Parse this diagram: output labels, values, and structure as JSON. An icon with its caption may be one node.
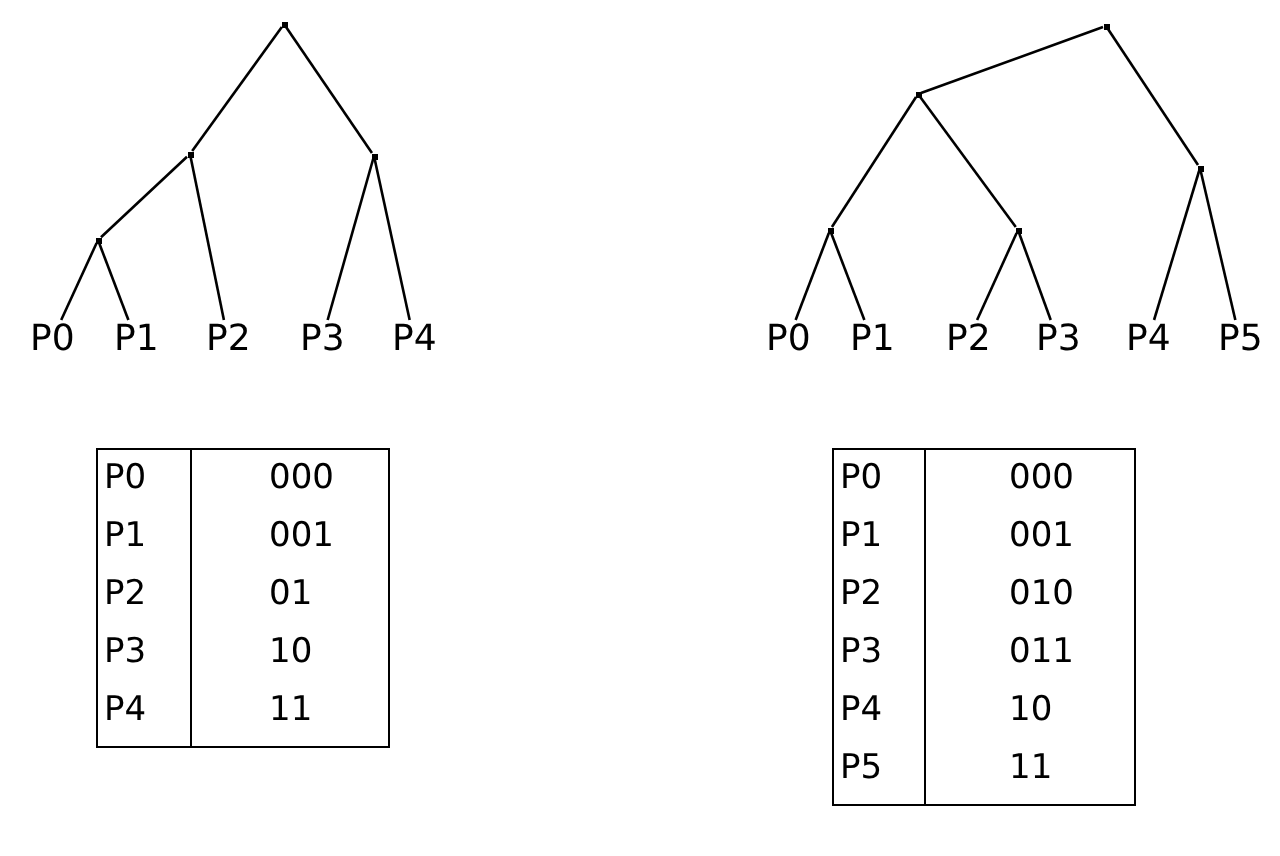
{
  "diagram": {
    "nodes": [
      {
        "text": [],
        "shape": "dot"
      },
      {
        "text": [],
        "shape": "dot"
      },
      {
        "text": [],
        "shape": "dot"
      },
      {
        "text": [],
        "shape": "dot"
      },
      {
        "text": [
          "P0"
        ]
      },
      {
        "text": [
          "P1"
        ]
      },
      {
        "text": [
          "P2"
        ]
      },
      {
        "text": [
          "P3"
        ]
      },
      {
        "text": [
          "P4"
        ]
      },
      {
        "text": [],
        "shape": "dot"
      },
      {
        "text": [],
        "shape": "dot"
      },
      {
        "text": [],
        "shape": "dot"
      },
      {
        "text": [],
        "shape": "dot"
      },
      {
        "text": [],
        "shape": "dot"
      },
      {
        "text": [
          "P0"
        ]
      },
      {
        "text": [
          "P1"
        ]
      },
      {
        "text": [
          "P2"
        ]
      },
      {
        "text": [
          "P3"
        ]
      },
      {
        "text": [
          "P4"
        ]
      },
      {
        "text": [
          "P5"
        ]
      }
    ],
    "edges": [
      {
        "from": 0,
        "to": 1,
        "arrow": "none"
      },
      {
        "from": 0,
        "to": 2,
        "arrow": "none"
      },
      {
        "from": 1,
        "to": 3,
        "arrow": "none"
      },
      {
        "from": 1,
        "to": 6,
        "arrow": "none"
      },
      {
        "from": 3,
        "to": 4,
        "arrow": "none"
      },
      {
        "from": 3,
        "to": 5,
        "arrow": "none"
      },
      {
        "from": 2,
        "to": 7,
        "arrow": "none"
      },
      {
        "from": 2,
        "to": 8,
        "arrow": "none"
      },
      {
        "from": 9,
        "to": 10,
        "arrow": "none"
      },
      {
        "from": 9,
        "to": 11,
        "arrow": "none"
      },
      {
        "from": 10,
        "to": 12,
        "arrow": "none"
      },
      {
        "from": 10,
        "to": 13,
        "arrow": "none"
      },
      {
        "from": 12,
        "to": 14,
        "arrow": "none"
      },
      {
        "from": 12,
        "to": 15,
        "arrow": "none"
      },
      {
        "from": 13,
        "to": 16,
        "arrow": "none"
      },
      {
        "from": 13,
        "to": 17,
        "arrow": "none"
      },
      {
        "from": 11,
        "to": 18,
        "arrow": "none"
      },
      {
        "from": 11,
        "to": 19,
        "arrow": "none"
      }
    ],
    "labels": [
      "P0",
      "000",
      "P1",
      "001",
      "P2",
      "01",
      "P3",
      "10",
      "P4",
      "11",
      "P0",
      "000",
      "P1",
      "001",
      "P2",
      "010",
      "P3",
      "011",
      "P4",
      "10",
      "P5",
      "11"
    ]
  }
}
